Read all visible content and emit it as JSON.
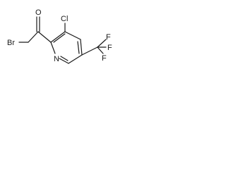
{
  "molecule": {
    "atoms": {
      "bromine": "Br",
      "oxygen": "O",
      "chlorine": "Cl",
      "nitrogen": "N",
      "fluorine_top": "F",
      "fluorine_right": "F",
      "fluorine_bottom": "F"
    }
  }
}
